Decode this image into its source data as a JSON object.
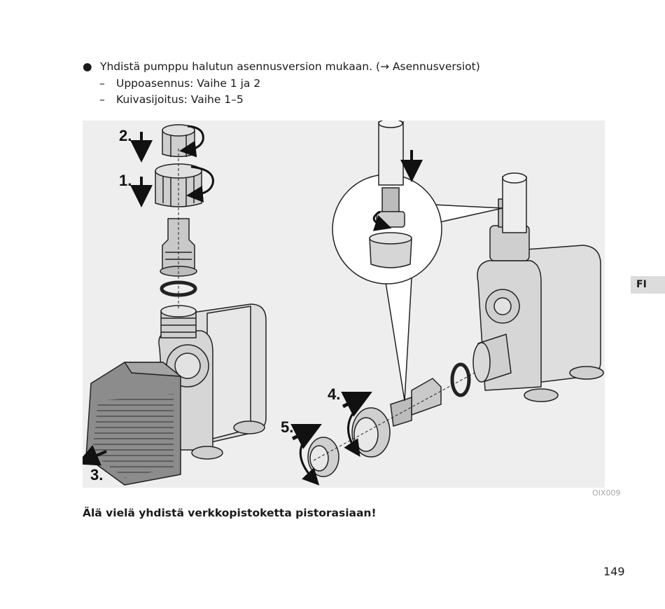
{
  "instructions": {
    "bullet_symbol": "●",
    "main_text": "Yhdistä pumppu halutun asennusversion mukaan. (→ Asennusversiot)",
    "dash_symbol": "–",
    "sub_items": [
      "Uppoasennus: Vaihe 1 ja 2",
      "Kuivasijoitus: Vaihe 1–5"
    ]
  },
  "figure": {
    "step_labels": [
      "1.",
      "2.",
      "3.",
      "4.",
      "5."
    ],
    "code": "OIX009"
  },
  "warning": "Älä vielä yhdistä verkkopistoketta pistorasiaan!",
  "language_tab": "FI",
  "page_number": "149",
  "colors": {
    "text": "#1a1a1a",
    "figure_background": "#eeeeee",
    "pump_body": "#d9d9d9",
    "cover": "#8c8c8c",
    "outline": "#222222",
    "tab_background": "#dcdcdc",
    "figure_code": "#a8a8a8"
  }
}
